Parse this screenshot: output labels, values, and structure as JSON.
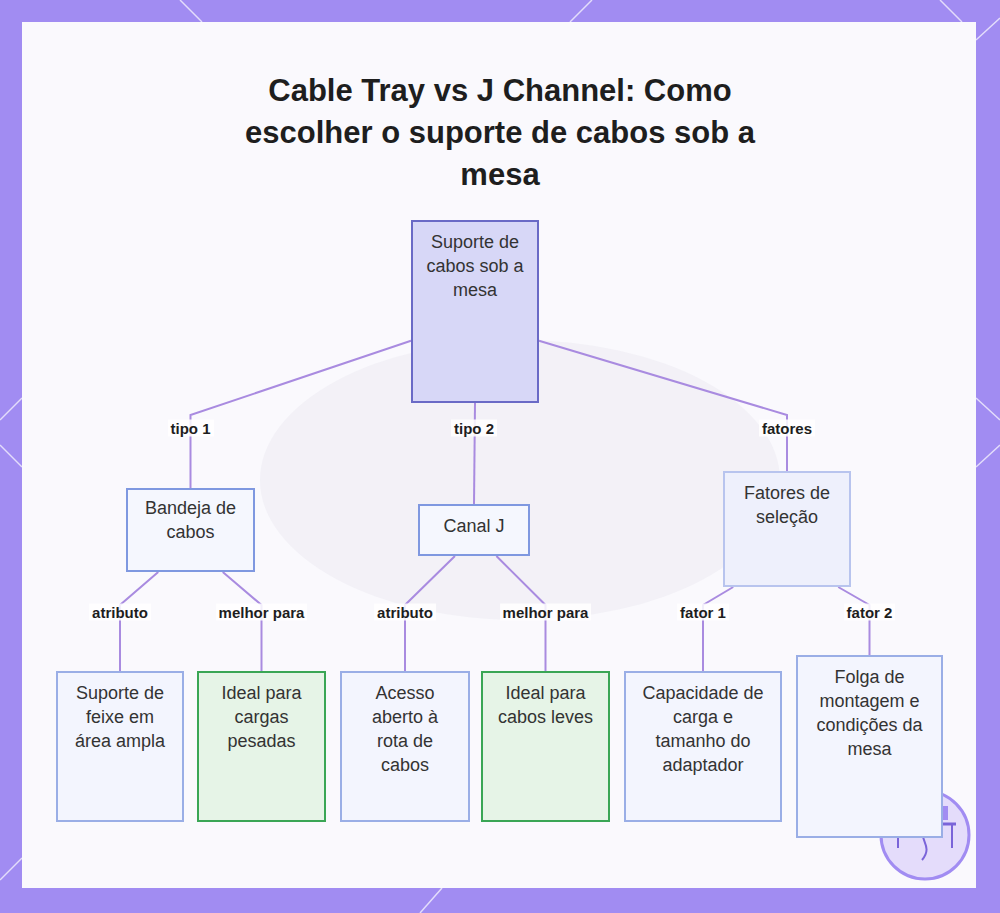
{
  "diagram": {
    "title": "Cable Tray vs J Channel: Como escolher o suporte de cabos sob a mesa",
    "nodes": [
      {
        "text": [
          "Suporte de cabos sob a mesa"
        ]
      },
      {
        "text": [
          "Bandeja de cabos"
        ]
      },
      {
        "text": [
          "Canal J"
        ]
      },
      {
        "text": [
          "Fatores de seleção"
        ]
      },
      {
        "text": [
          "Suporte de feixe em área ampla"
        ]
      },
      {
        "text": [
          "Ideal para cargas pesadas"
        ]
      },
      {
        "text": [
          "Acesso aberto à rota de cabos"
        ]
      },
      {
        "text": [
          "Ideal para cabos leves"
        ]
      },
      {
        "text": [
          "Capacidade de carga e tamanho do adaptador"
        ]
      },
      {
        "text": [
          "Folga de montagem e condições da mesa"
        ]
      }
    ],
    "edges": [
      {
        "from": 0,
        "to": 1,
        "label": "tipo 1",
        "arrow": "none"
      },
      {
        "from": 0,
        "to": 2,
        "label": "tipo 2",
        "arrow": "none"
      },
      {
        "from": 0,
        "to": 3,
        "label": "fatores",
        "arrow": "none"
      },
      {
        "from": 1,
        "to": 4,
        "label": "atributo",
        "arrow": "none"
      },
      {
        "from": 1,
        "to": 5,
        "label": "melhor para",
        "arrow": "none"
      },
      {
        "from": 2,
        "to": 6,
        "label": "atributo",
        "arrow": "none"
      },
      {
        "from": 2,
        "to": 7,
        "label": "melhor para",
        "arrow": "none"
      },
      {
        "from": 3,
        "to": 8,
        "label": "fator 1",
        "arrow": "none"
      },
      {
        "from": 3,
        "to": 9,
        "label": "fator 2",
        "arrow": "none"
      }
    ]
  }
}
